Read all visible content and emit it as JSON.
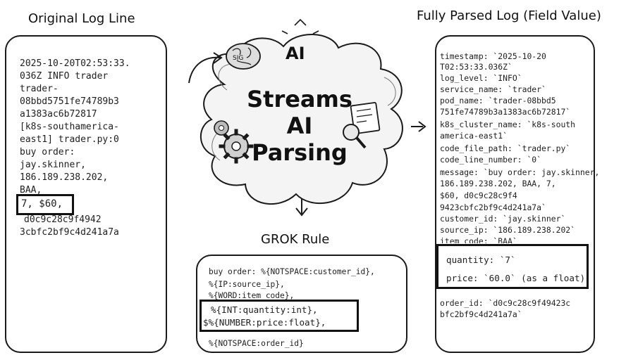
{
  "headings": {
    "original": "Original Log Line",
    "parsed": "Fully Parsed Log (Field Value)",
    "grok": "GROK Rule"
  },
  "original_log": {
    "lines": [
      "2025-10-20T02:53:33.",
      "036Z INFO trader",
      "trader-",
      "08bbd5751fe74789b3",
      "a1383ac6b72817",
      "[k8s-southamerica-",
      "east1] trader.py:0",
      "buy order:",
      "jay.skinner,",
      "186.189.238.202,",
      "BAA,"
    ],
    "highlight": "7, $60,",
    "after": [
      "d0c9c28c9f4942",
      "3cbfc2bf9c4d241a7a"
    ]
  },
  "center": {
    "top_label": "AI",
    "title_lines": [
      "Streams",
      "AI",
      "Parsing"
    ],
    "brain_label": "SIG"
  },
  "grok_rule": {
    "lines": [
      "buy order: %{NOTSPACE:customer_id},",
      "%{IP:source_ip},",
      "%{WORD:item_code},"
    ],
    "highlight": [
      "%{INT:quantity:int},",
      "$%{NUMBER:price:float},"
    ],
    "after": "%{NOTSPACE:order_id}"
  },
  "parsed_log": {
    "lines": [
      "timestamp: `2025-10-20",
      "T02:53:33.036Z`",
      "log_level: `INFO`",
      "service_name: `trader`",
      "pod_name: `trader-08bbd5",
      "751fe74789b3a1383ac6b72817`",
      "k8s_cluster_name: `k8s-south",
      "america-east1`",
      "code_file_path: `trader.py`",
      "code_line_number: `0`",
      "message: `buy order: jay.skinner,",
      "186.189.238.202, BAA, 7,",
      "$60, d0c9c28c9f4",
      "9423cbfc2bf9c4d241a7a`",
      "customer_id: `jay.skinner`",
      "source_ip: `186.189.238.202`",
      "item_code: `BAA`"
    ],
    "highlight": [
      "quantity: `7`",
      "price: `60.0` (as a float)"
    ],
    "after": [
      "order_id: `d0c9c28c9f49423c",
      "bfc2bf9c4d241a7a`"
    ]
  }
}
